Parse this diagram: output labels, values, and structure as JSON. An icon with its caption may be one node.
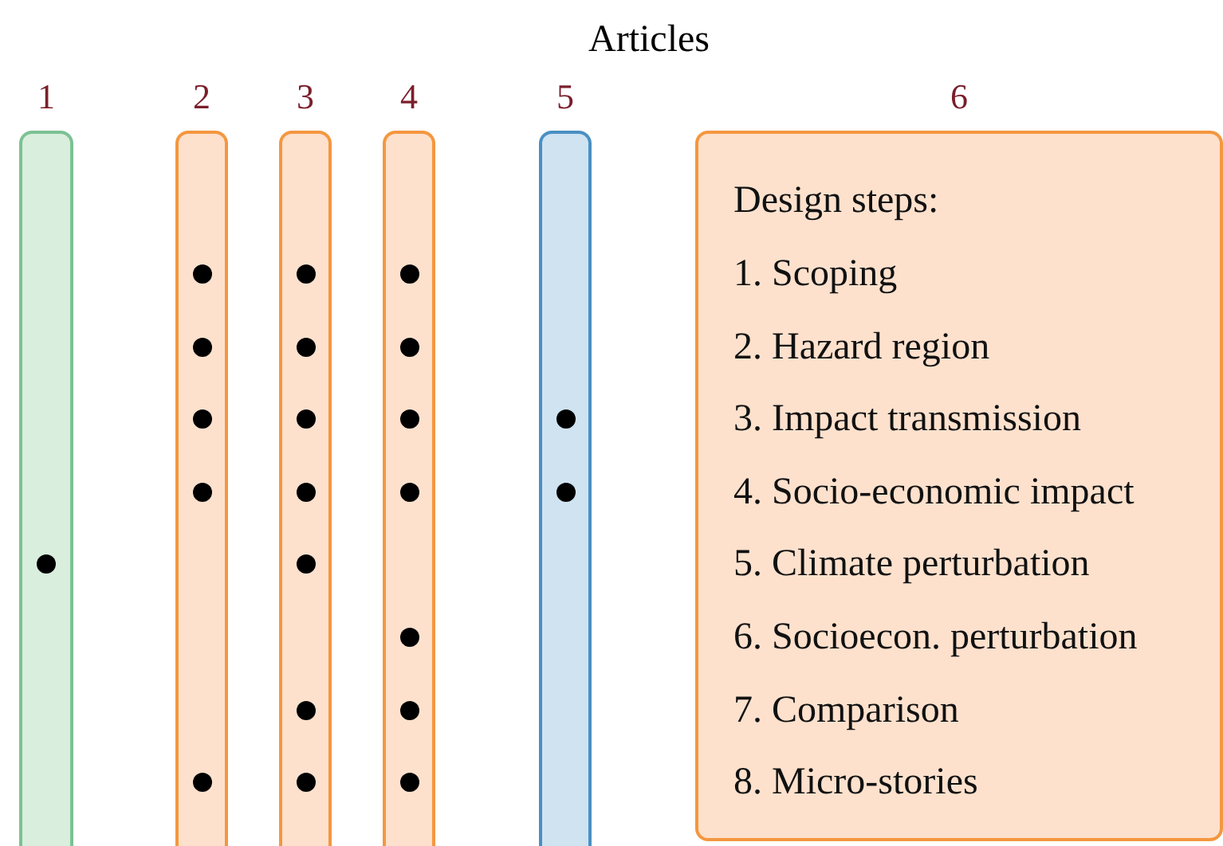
{
  "diagram": {
    "title": "Articles",
    "nodes": [
      {
        "text": [
          "1"
        ]
      },
      {
        "text": [
          "2"
        ]
      },
      {
        "text": [
          "3"
        ]
      },
      {
        "text": [
          "4"
        ]
      },
      {
        "text": [
          "5"
        ]
      },
      {
        "text": [
          "6",
          "Design steps:",
          "1. Scoping",
          "2. Hazard region",
          "3. Impact transmission",
          "4. Socio-economic impact",
          "5. Climate perturbation",
          "6. Socioecon. perturbation",
          "7. Comparison",
          "8. Micro-stories"
        ]
      }
    ]
  }
}
